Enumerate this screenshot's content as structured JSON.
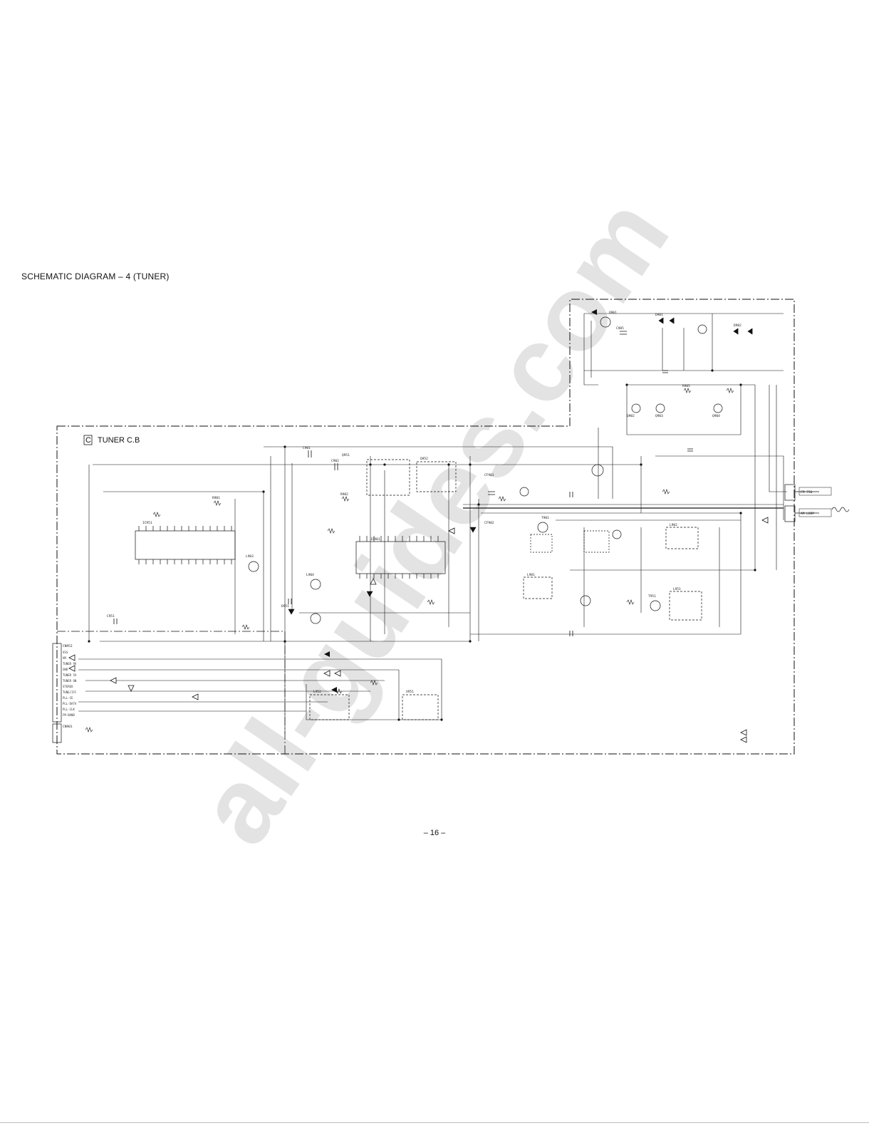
{
  "page": {
    "title": "SCHEMATIC DIAGRAM – 4 (TUNER)",
    "number": "– 16 –",
    "watermark": "all-guides.com"
  },
  "board": {
    "letter": "C",
    "name": "TUNER C.B"
  },
  "connectors": {
    "main": "CN952",
    "aux": "CN901",
    "antenna_fm": "FM 75Ω",
    "antenna_am": "AM LOOP"
  },
  "pin_labels": [
    "VSS",
    "VM",
    "TUNER 9V",
    "GND",
    "TUNER 5V",
    "TUNER ON",
    "STEREO",
    "TUNE/IFC",
    "PLL-CE",
    "PLL-DATA",
    "PLL-CLK",
    "FM-BAND"
  ],
  "component_refs": [
    "IC901",
    "IC951",
    "Q901",
    "Q902",
    "Q903",
    "Q904",
    "Q951",
    "Q952",
    "L901",
    "L902",
    "L903",
    "L904",
    "L951",
    "L952",
    "CF901",
    "CF902",
    "X951",
    "R901",
    "R902",
    "R905",
    "C901",
    "C902",
    "C905",
    "C951",
    "D901",
    "D902",
    "D951",
    "T901",
    "T951"
  ],
  "icon_names": [
    "fm-signal-arrow-icon",
    "am-signal-arrow-icon"
  ],
  "colors": {
    "ink": "#111111",
    "watermark": "#e3e3e3",
    "rule": "#bdbdbd"
  }
}
